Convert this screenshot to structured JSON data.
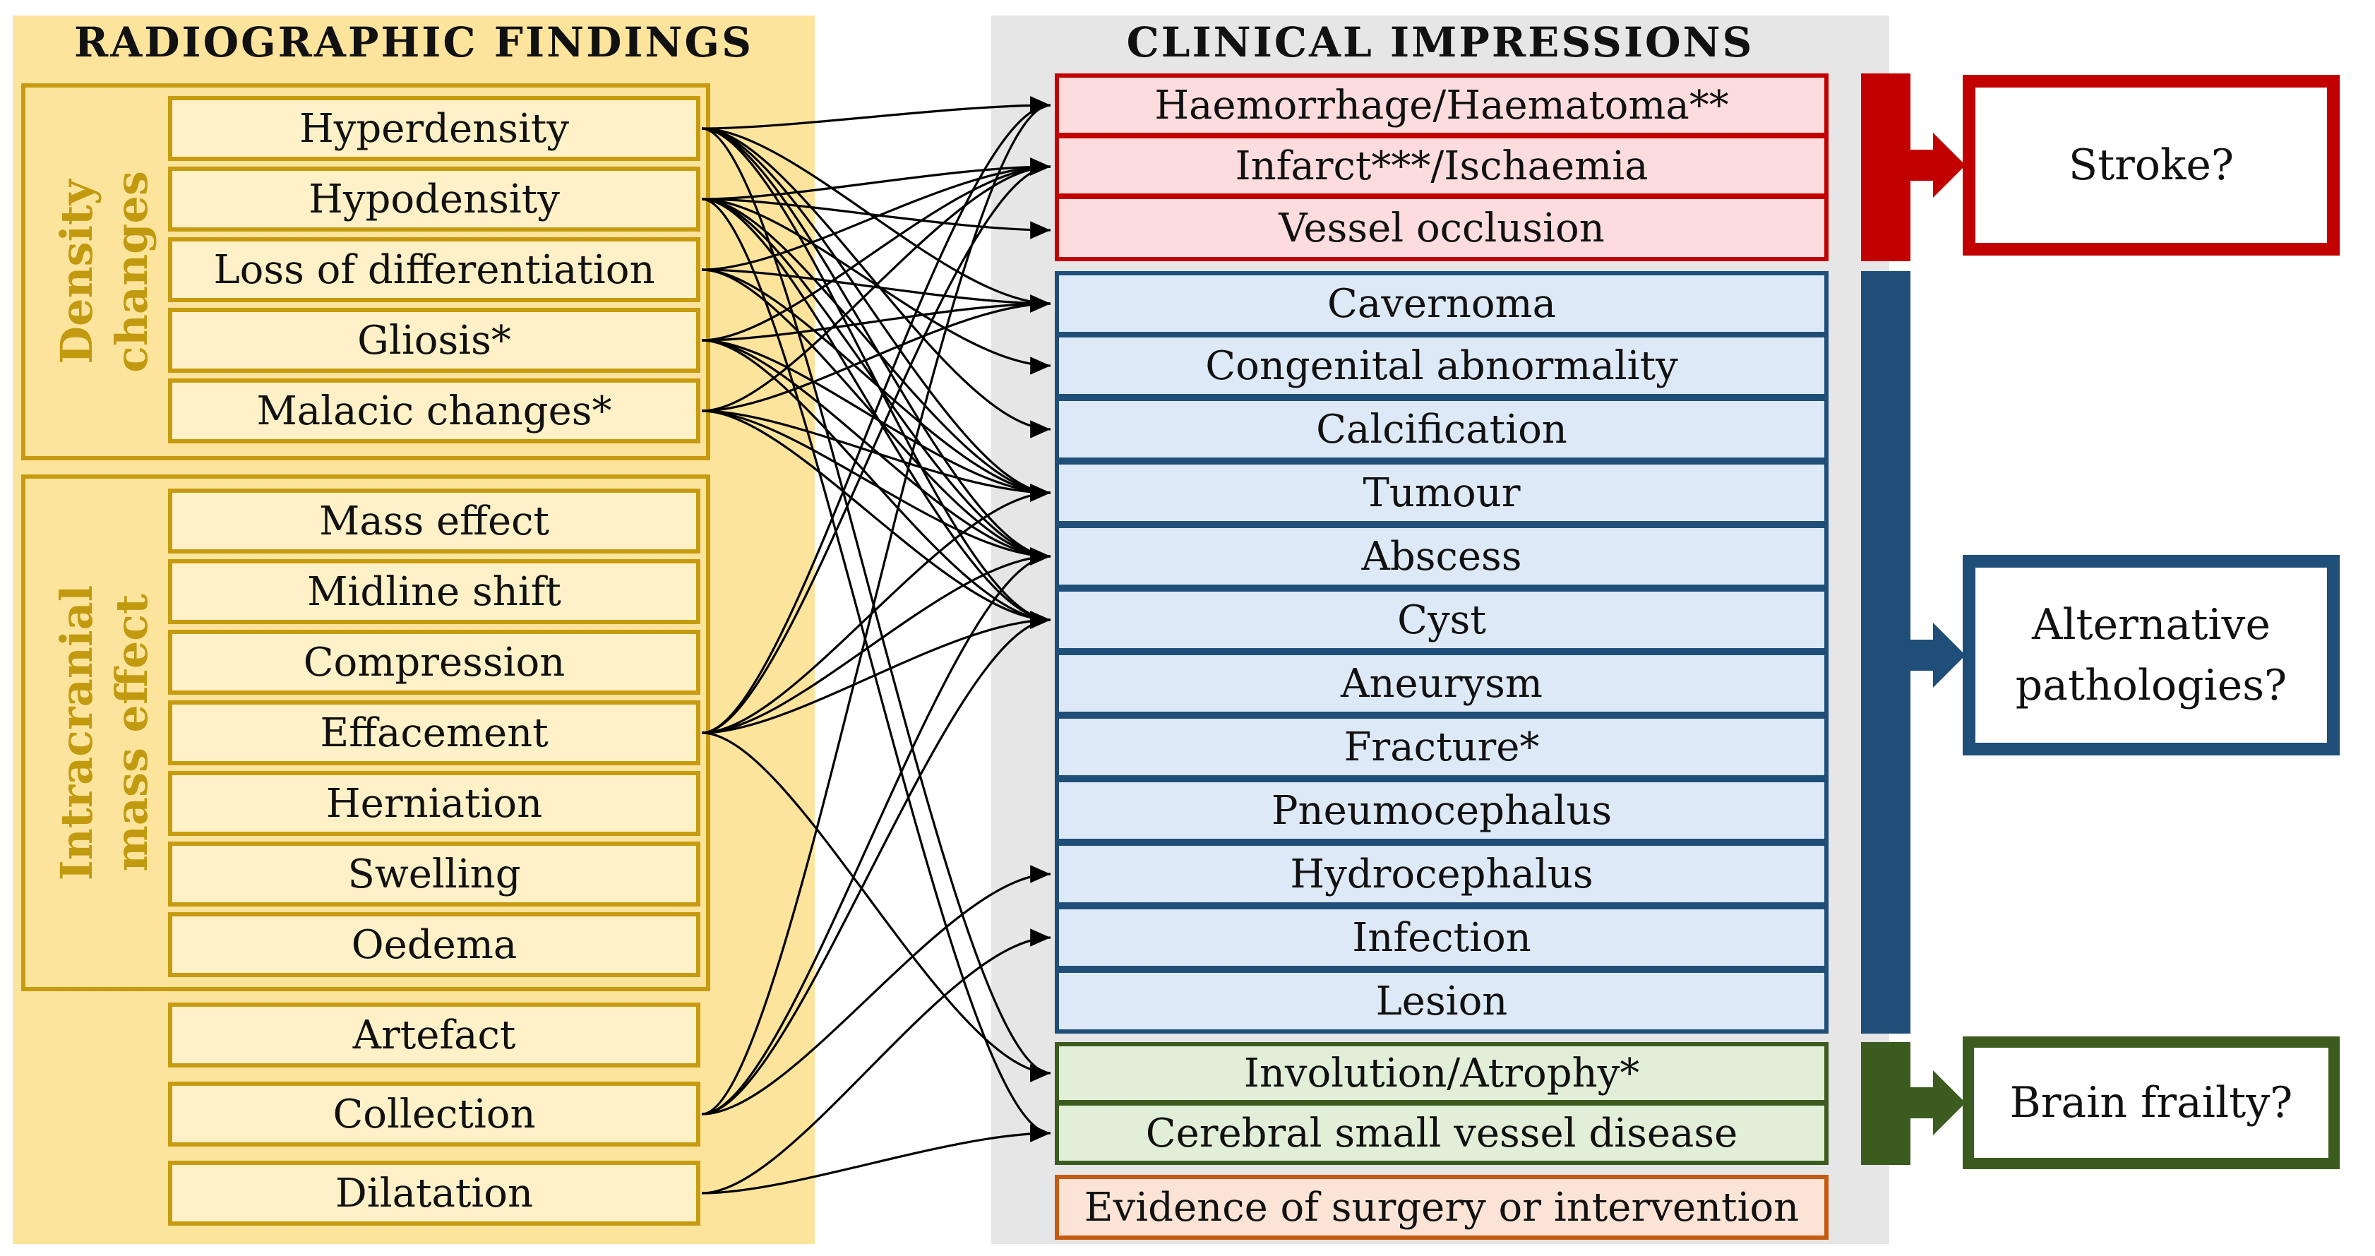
{
  "left_panel": {
    "title": "RADIOGRAPHIC FINDINGS",
    "groups": [
      {
        "title": [
          "Density",
          "changes"
        ],
        "items": [
          "Hyperdensity",
          "Hypodensity",
          "Loss of differentiation",
          "Gliosis*",
          "Malacic changes*"
        ]
      },
      {
        "title": [
          "Intracranial",
          "mass effect"
        ],
        "items": [
          "Mass effect",
          "Midline shift",
          "Compression",
          "Effacement",
          "Herniation",
          "Swelling",
          "Oedema"
        ]
      }
    ],
    "standalone": [
      "Artefact",
      "Collection",
      "Dilatation"
    ]
  },
  "middle_panel": {
    "title": "CLINICAL IMPRESSIONS",
    "stroke": [
      "Haemorrhage/Haematoma**",
      "Infarct***/Ischaemia",
      "Vessel occlusion"
    ],
    "alternative": [
      "Cavernoma",
      "Congenital abnormality",
      "Calcification",
      "Tumour",
      "Abscess",
      "Cyst",
      "Aneurysm",
      "Fracture*",
      "Pneumocephalus",
      "Hydrocephalus",
      "Infection",
      "Lesion"
    ],
    "frailty": [
      "Involution/Atrophy*",
      "Cerebral small vessel disease"
    ],
    "other": [
      "Evidence of surgery or intervention"
    ]
  },
  "outcomes": {
    "stroke": "Stroke?",
    "alternative": [
      "Alternative",
      "pathologies?"
    ],
    "frailty": "Brain frailty?"
  },
  "colors": {
    "stroke": "#c20000",
    "alternative": "#1f4e79",
    "frailty": "#3b5b1f",
    "other": "#c55a11",
    "finding_border": "#c79b10"
  }
}
